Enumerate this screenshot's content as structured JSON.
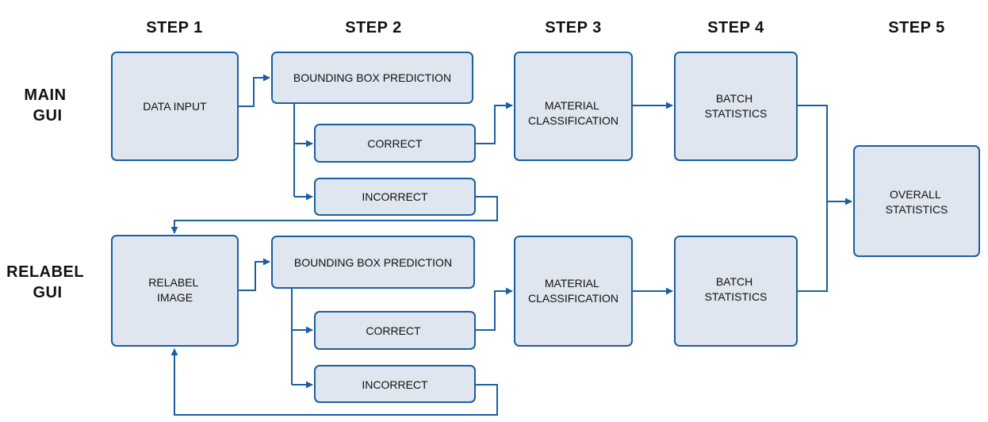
{
  "steps": [
    "STEP 1",
    "STEP 2",
    "STEP 3",
    "STEP 4",
    "STEP 5"
  ],
  "rows": {
    "main": [
      "MAIN",
      "GUI"
    ],
    "relabel": [
      "RELABEL",
      "GUI"
    ]
  },
  "main": {
    "data_input": [
      "DATA INPUT"
    ],
    "bbox_prediction": [
      "BOUNDING BOX PREDICTION"
    ],
    "correct": [
      "CORRECT"
    ],
    "incorrect": [
      "INCORRECT"
    ],
    "material_classification": [
      "MATERIAL",
      "CLASSIFICATION"
    ],
    "batch_statistics": [
      "BATCH",
      "STATISTICS"
    ]
  },
  "relabel": {
    "relabel_image": [
      "RELABEL",
      "IMAGE"
    ],
    "bbox_prediction": [
      "BOUNDING BOX PREDICTION"
    ],
    "correct": [
      "CORRECT"
    ],
    "incorrect": [
      "INCORRECT"
    ],
    "material_classification": [
      "MATERIAL",
      "CLASSIFICATION"
    ],
    "batch_statistics": [
      "BATCH",
      "STATISTICS"
    ]
  },
  "overall_statistics": [
    "OVERALL",
    "STATISTICS"
  ],
  "colors": {
    "box_fill": "#dfe6ef",
    "line": "#1b5fa0"
  }
}
